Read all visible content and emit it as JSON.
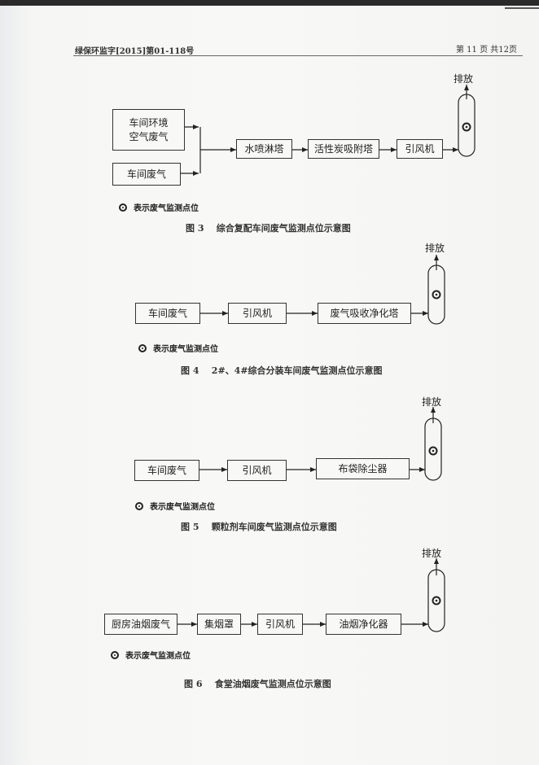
{
  "header": {
    "doc_number": "绿保环监字[2015]第01-118号",
    "page_info": "第 11 页 共12页"
  },
  "figure3": {
    "box_env_line1": "车间环境",
    "box_env_line2": "空气废气",
    "box_workshop": "车间废气",
    "box_spray": "水喷淋塔",
    "box_carbon": "活性炭吸附塔",
    "box_fan": "引风机",
    "discharge": "排放",
    "legend": "表示废气监测点位",
    "caption": "图 3    综合复配车间废气监测点位示意图"
  },
  "figure4": {
    "box_workshop": "车间废气",
    "box_fan": "引风机",
    "box_tower": "废气吸收净化塔",
    "discharge": "排放",
    "legend": "表示废气监测点位",
    "caption": "图 4    2#、4#综合分装车间废气监测点位示意图"
  },
  "figure5": {
    "box_workshop": "车间废气",
    "box_fan": "引风机",
    "box_bag": "布袋除尘器",
    "discharge": "排放",
    "legend": "表示废气监测点位",
    "caption": "图 5    颗粒剂车间废气监测点位示意图"
  },
  "figure6": {
    "box_kitchen": "厨房油烟废气",
    "box_hood": "集烟罩",
    "box_fan": "引风机",
    "box_purifier": "油烟净化器",
    "discharge": "排放",
    "legend": "表示废气监测点位",
    "caption": "图 6    食堂油烟废气监测点位示意图"
  }
}
